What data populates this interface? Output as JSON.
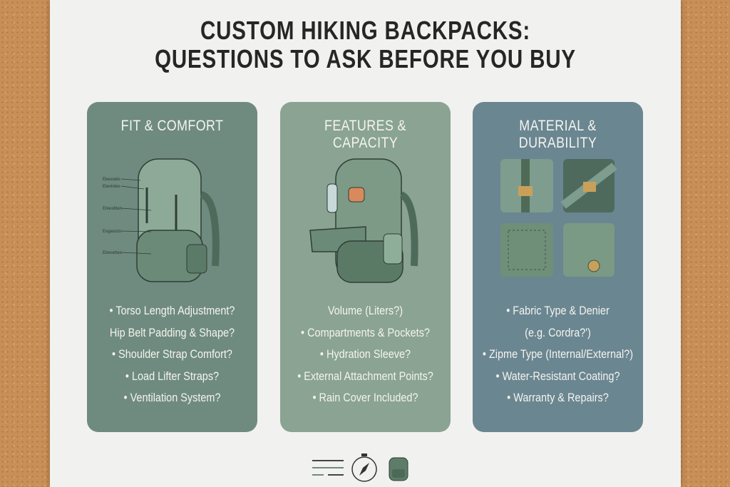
{
  "title": {
    "line1": "CUSTOM HIKING BACKPACKS:",
    "line2": "QUESTIONS TO ASK BEFORE YOU BUY"
  },
  "cards": [
    {
      "title": "FIT & COMFORT",
      "color": "#6f8b7f",
      "diagram_labels": [
        "Ekesoets",
        "Etevintes",
        "Erkesttten",
        "Eogasists",
        "Ebesettes"
      ],
      "items": [
        "• Torso Length Adjustment?",
        "Hip Belt Padding & Shape?",
        "• Shoulder Strap Comfort?",
        "• Load Lifter Straps?",
        "• Ventilation System?"
      ]
    },
    {
      "title": "FEATURES & CAPACITY",
      "color": "#8aa393",
      "items": [
        "Volume (Liters?)",
        "• Compartments & Pockets?",
        "• Hydration Sleeve?",
        "• External Attachment Points?",
        "• Rain Cover Included?"
      ]
    },
    {
      "title": "MATERIAL & DURABILITY",
      "color": "#6a8691",
      "items": [
        "• Fabric Type & Denier",
        "(e.g. Cordra?')",
        "• Zipme Type (Internal/External?)",
        "• Water-Resistant Coating?",
        "• Warranty & Repairs?"
      ]
    }
  ],
  "footer_icons": [
    "lines-icon",
    "compass-icon",
    "backpack-icon"
  ]
}
